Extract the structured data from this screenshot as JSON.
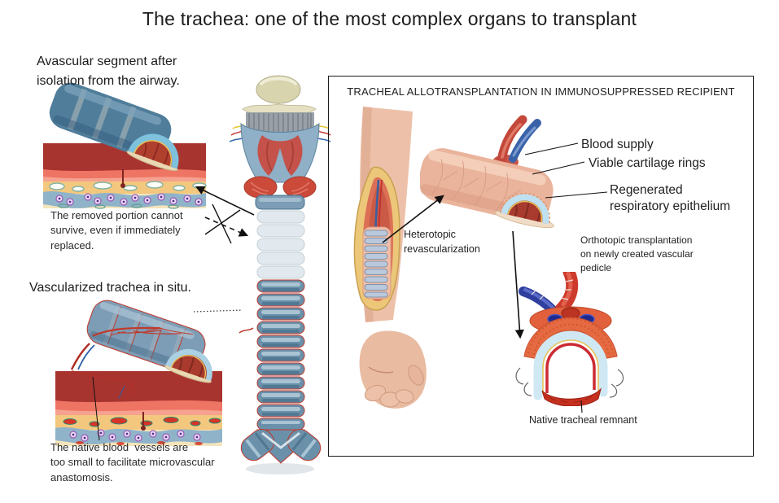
{
  "title": "The trachea: one of the most complex organs to transplant",
  "left_panel": {
    "avascular": {
      "heading": [
        "Avascular segment after",
        "isolation from the airway."
      ],
      "caption": [
        "The removed portion cannot",
        "survive, even if immediately",
        "replaced."
      ]
    },
    "vascularized": {
      "heading": "Vascularized trachea in situ.",
      "caption": [
        "The native blood  vessels are",
        "too small to facilitate microvascular",
        "anastomosis."
      ]
    }
  },
  "right_panel": {
    "header": "TRACHEAL ALLOTRANSPLANTATION IN IMMUNOSUPPRESSED RECIPIENT",
    "labels": {
      "blood_supply": "Blood supply",
      "viable_cartilage": "Viable cartilage rings",
      "epithelium": [
        "Regenerated",
        "respiratory epithelium"
      ],
      "heterotopic": [
        "Heterotopic",
        "revascularization"
      ],
      "orthotopic": [
        "Orthotopic transplantation",
        "on newly created vascular",
        "pedicle"
      ],
      "native_remnant": "Native tracheal remnant"
    }
  },
  "colors": {
    "tube_blue": "#4f7d9a",
    "tube_blue_light": "#7d9cb5",
    "ring_outline_red": "#c0392b",
    "lumen_red": "#b0402e",
    "cartilage_blue": "#bfe2f2",
    "tissue_dark_red": "#a83430",
    "tissue_salmon": "#ee7463",
    "tissue_tan": "#f3c87e",
    "tissue_blue": "#8fb3c9",
    "cell_purple": "#9b59b6",
    "flesh_pink": "#eab49c",
    "fat_yellow": "#ecc779",
    "muscle_red": "#dc7057",
    "artery_red": "#c4483a",
    "vein_blue": "#3a62a8",
    "graft_orange": "#e56a42",
    "remnant_red": "#c5301f"
  }
}
